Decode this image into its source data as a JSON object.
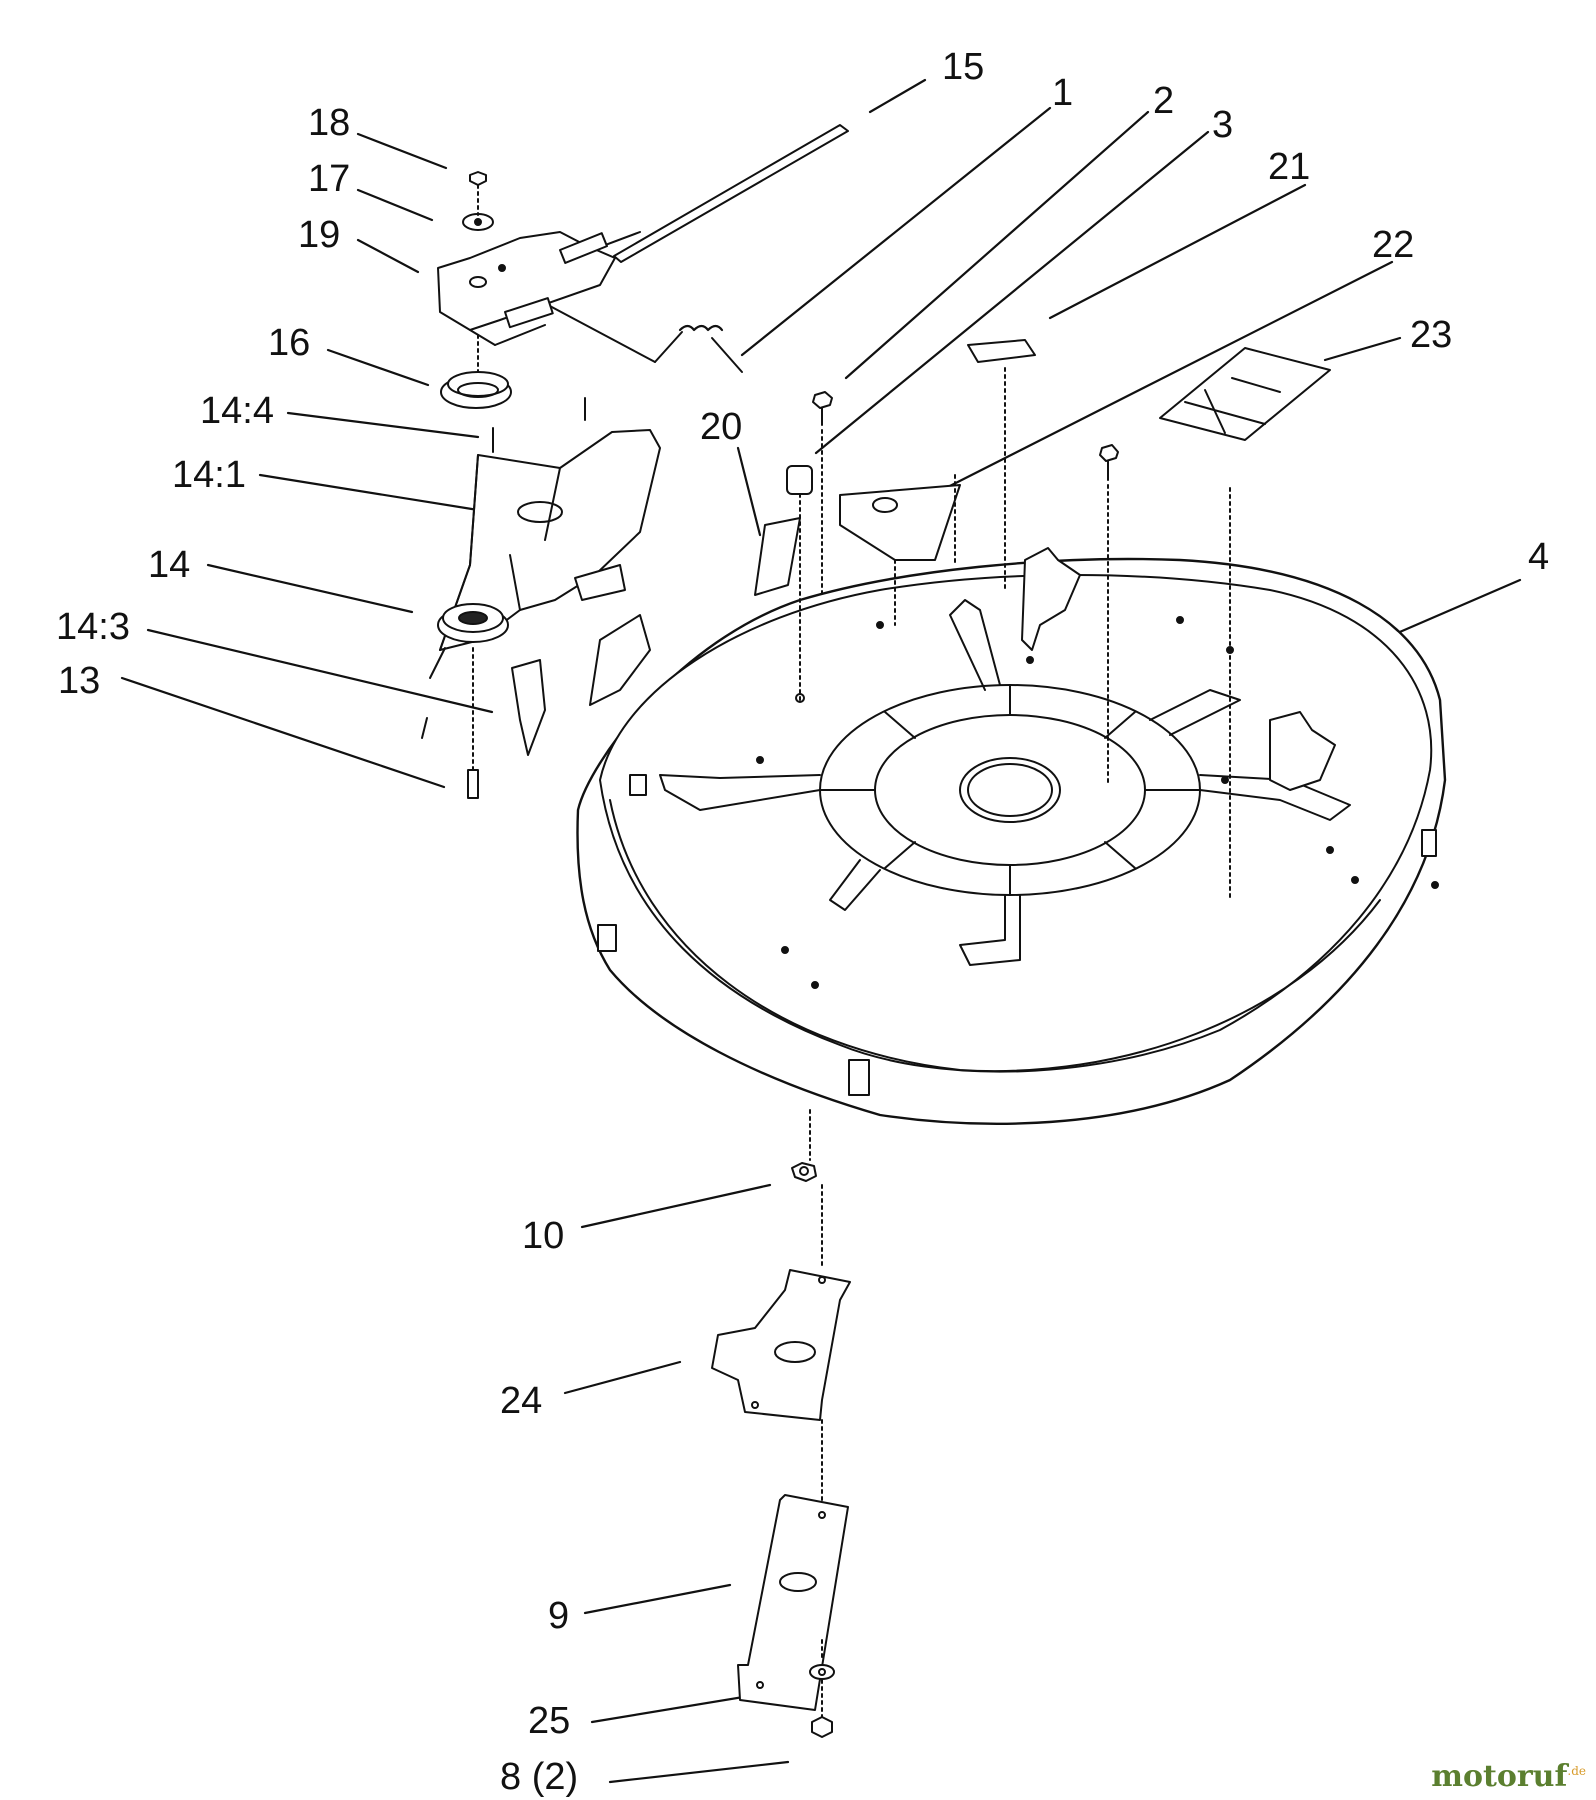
{
  "callouts": [
    {
      "id": "c15",
      "text": "15"
    },
    {
      "id": "c1",
      "text": "1"
    },
    {
      "id": "c2",
      "text": "2"
    },
    {
      "id": "c3",
      "text": "3"
    },
    {
      "id": "c21",
      "text": "21"
    },
    {
      "id": "c22",
      "text": "22"
    },
    {
      "id": "c23",
      "text": "23"
    },
    {
      "id": "c18",
      "text": "18"
    },
    {
      "id": "c17",
      "text": "17"
    },
    {
      "id": "c19",
      "text": "19"
    },
    {
      "id": "c16",
      "text": "16"
    },
    {
      "id": "c14_4",
      "text": "14:4"
    },
    {
      "id": "c14_1",
      "text": "14:1"
    },
    {
      "id": "c14",
      "text": "14"
    },
    {
      "id": "c14_3",
      "text": "14:3"
    },
    {
      "id": "c13",
      "text": "13"
    },
    {
      "id": "c20",
      "text": "20"
    },
    {
      "id": "c4",
      "text": "4"
    },
    {
      "id": "c10",
      "text": "10"
    },
    {
      "id": "c24",
      "text": "24"
    },
    {
      "id": "c9",
      "text": "9"
    },
    {
      "id": "c25",
      "text": "25"
    },
    {
      "id": "c8",
      "text": "8 (2)"
    }
  ],
  "watermark": {
    "brand": "motoruf",
    "suffix": ".de"
  },
  "colors": {
    "line": "#111111",
    "fill": "#ffffff",
    "watermark": "#5b7f2f"
  }
}
